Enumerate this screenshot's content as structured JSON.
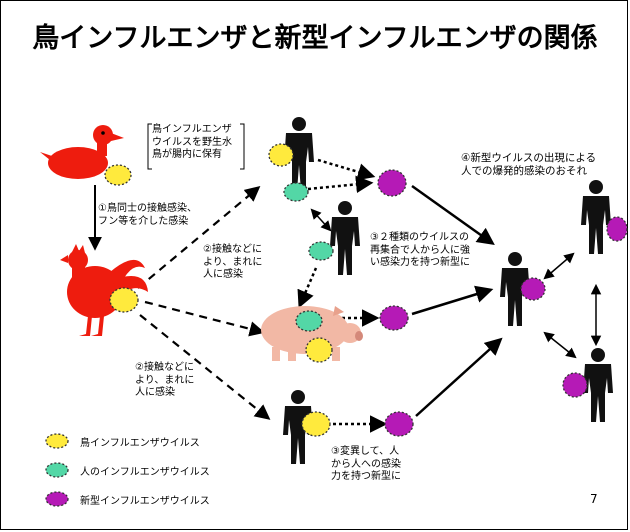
{
  "title": "鳥インフルエンザと新型インフルエンザの関係",
  "duck_note": "鳥インフルエンザ\nウイルスを野生水\n鳥が腸内に保有",
  "step1": "①鳥同士の接触感染、\nフン等を介した感染",
  "step2a": "②接触などに\nより、まれに\n人に感染",
  "step2b": "②接触などに\nより、まれに\n人に感染",
  "step3a": "③２種類のウイルスの\n再集合で人から人に強\nい感染力を持つ新型に",
  "step3b": "③変異して、人\nから人への感染\n力を持つ新型に",
  "step4": "④新型ウイルスの出現による\n人での爆発的感染のおそれ",
  "legend": [
    {
      "label": "鳥インフルエンザウイルス",
      "color": "#ffea3d"
    },
    {
      "label": "人のインフルエンザウイルス",
      "color": "#53d7a6"
    },
    {
      "label": "新型インフルエンザウイルス",
      "color": "#b51ab6"
    }
  ],
  "page_number": "7"
}
